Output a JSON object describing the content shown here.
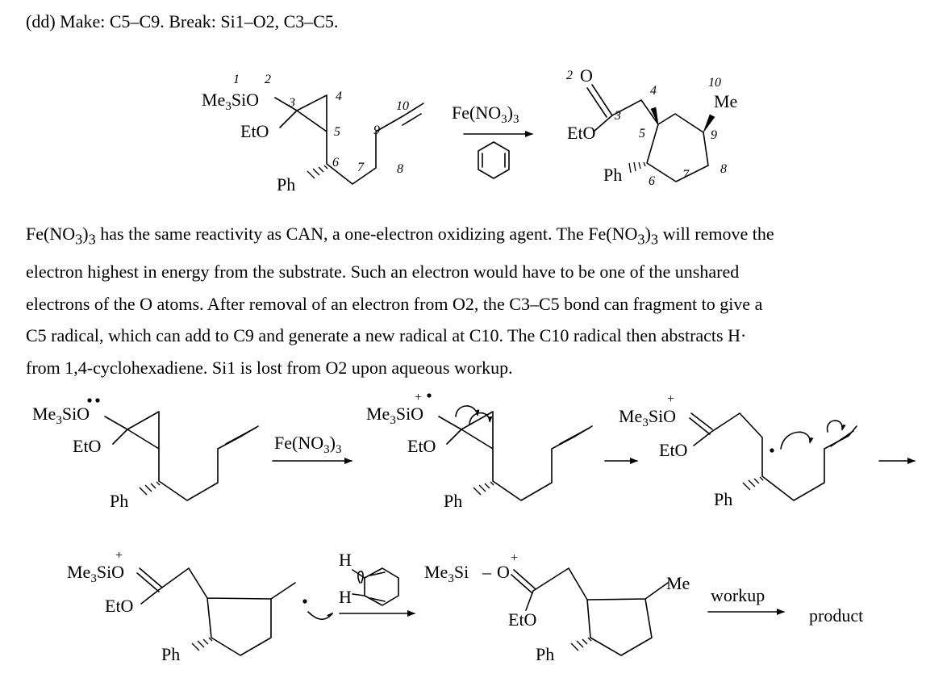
{
  "heading": "(dd)  Make: C5–C9.  Break:  Si1–O2, C3–C5.",
  "explanation": [
    {
      "pre": "Fe(NO",
      "sub1": "3",
      "mid": ")",
      "sub2": "3",
      "post": " has the same reactivity as CAN, a one-electron oxidizing agent.  The Fe(NO",
      "sub3": "3",
      "mid2": ")",
      "sub4": "3",
      "post2": " will remove the"
    },
    "electron highest in energy from the substrate.  Such an electron would have to be one of the unshared",
    "electrons of the O atoms.  After removal of an electron from O2, the C3–C5 bond can fragment to give a",
    "C5 radical, which can add to C9 and generate a new radical at C10.  The C10 radical then abstracts H·",
    "from 1,4-cyclohexadiene.  Si1 is lost from O2 upon aqueous workup."
  ],
  "labels": {
    "me3sio_main": "Me",
    "me3sio_sub": "3",
    "me3sio_tail": "SiO",
    "me3si_main": "Me",
    "me3si_sub": "3",
    "me3si_tail": "Si",
    "eto": "EtO",
    "ph": "Ph",
    "me": "Me",
    "o": "O",
    "h": "H",
    "plus": "+",
    "dash": "–",
    "reagent_main": "Fe(NO",
    "reagent_sub1": "3",
    "reagent_mid": ")",
    "reagent_sub2": "3",
    "workup": "workup",
    "product": "product"
  },
  "numbering": {
    "si": "1",
    "o": "2",
    "c3": "3",
    "c4": "4",
    "c5": "5",
    "c6": "6",
    "c7": "7",
    "c8": "8",
    "c9": "9",
    "c10": "10"
  }
}
